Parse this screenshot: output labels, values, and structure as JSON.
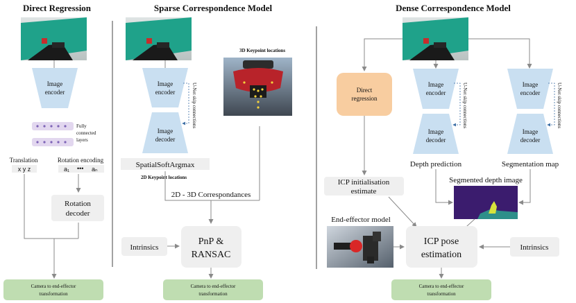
{
  "titles": {
    "direct": "Direct Regression",
    "sparse": "Sparse Correspondence Model",
    "dense": "Dense Correspondence Model"
  },
  "direct_regression": {
    "encoder_line1": "Image",
    "encoder_line2": "encoder",
    "fc_line1": "Fully",
    "fc_line2": "connected",
    "fc_line3": "layers",
    "translation_label": "Translation",
    "translation_vars": "x y z",
    "rotation_label": "Rotation encoding",
    "rotation_a1": "a₁",
    "rotation_dots": "•••",
    "rotation_an": "aₙ",
    "rotation_decoder_line1": "Rotation",
    "rotation_decoder_line2": "decoder",
    "output_line1": "Camera to end-effector",
    "output_line2": "transformation"
  },
  "sparse_model": {
    "encoder_line1": "Image",
    "encoder_line2": "encoder",
    "decoder_line1": "Image",
    "decoder_line2": "decoder",
    "skip_label": "U-Net skip connections",
    "softargmax": "SpatialSoftArgmax",
    "keypoints_2d": "2D Keypoint locations",
    "keypoints_3d": "3D Keypoint locations",
    "correspondences": "2D - 3D Correspondances",
    "intrinsics": "Intrinsics",
    "pnp_line1": "PnP &",
    "pnp_line2": "RANSAC",
    "output_line1": "Camera to end-effector",
    "output_line2": "transformation"
  },
  "dense_model": {
    "direct_line1": "Direct",
    "direct_line2": "regression",
    "depth_encoder_line1": "Image",
    "depth_encoder_line2": "encoder",
    "depth_decoder_line1": "Image",
    "depth_decoder_line2": "decoder",
    "seg_encoder_line1": "Image",
    "seg_encoder_line2": "encoder",
    "seg_decoder_line1": "Image",
    "seg_decoder_line2": "decoder",
    "skip_label_1": "U-Net skip connections",
    "skip_label_2": "U-Net skip connections",
    "depth_prediction": "Depth prediction",
    "segmentation_map": "Segmentation map",
    "segmented_depth": "Segmented depth image",
    "icp_init_line1": "ICP initialisation",
    "icp_init_line2": "estimate",
    "end_effector_model": "End-effector model",
    "icp_line1": "ICP pose",
    "icp_line2": "estimation",
    "intrinsics": "Intrinsics",
    "output_line1": "Camera to end-effector",
    "output_line2": "transformation"
  },
  "colors": {
    "network_blue": "#c9dff1",
    "fc_purple": "#e2d7ef",
    "fc_dot": "#7d63b6",
    "output_green": "#bfddb1",
    "direct_orange": "#f8cda0",
    "box_grey": "#efefef",
    "photo_green": "#1fa28a",
    "segmented_purple": "#3b1c6e",
    "segmented_yellow": "#d6e23c"
  }
}
